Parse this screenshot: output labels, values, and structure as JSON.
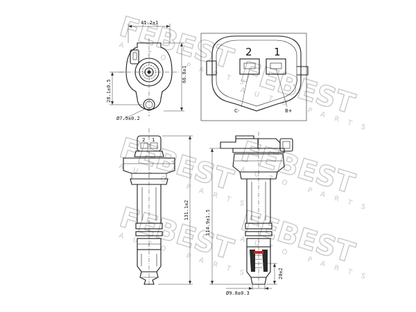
{
  "watermark": {
    "brand": "FEBEST",
    "sub": "AUTO PARTS"
  },
  "dimensions": {
    "top_width": "41.2±1",
    "top_height": "66.8±1",
    "bolt_offset": "28.1±0.5",
    "bolt_hole": "Ø7.5±0.2",
    "overall_length": "131.1±2",
    "length_to_flange": "114.9±1.5",
    "boot_length": "20±2",
    "tip_diameter": "Ø9.8±0.3"
  },
  "connector": {
    "pin_numbers": [
      "2",
      "1"
    ],
    "pin_labels": [
      "C-",
      "B+"
    ],
    "side_pin_numbers": [
      "2",
      "1"
    ]
  }
}
